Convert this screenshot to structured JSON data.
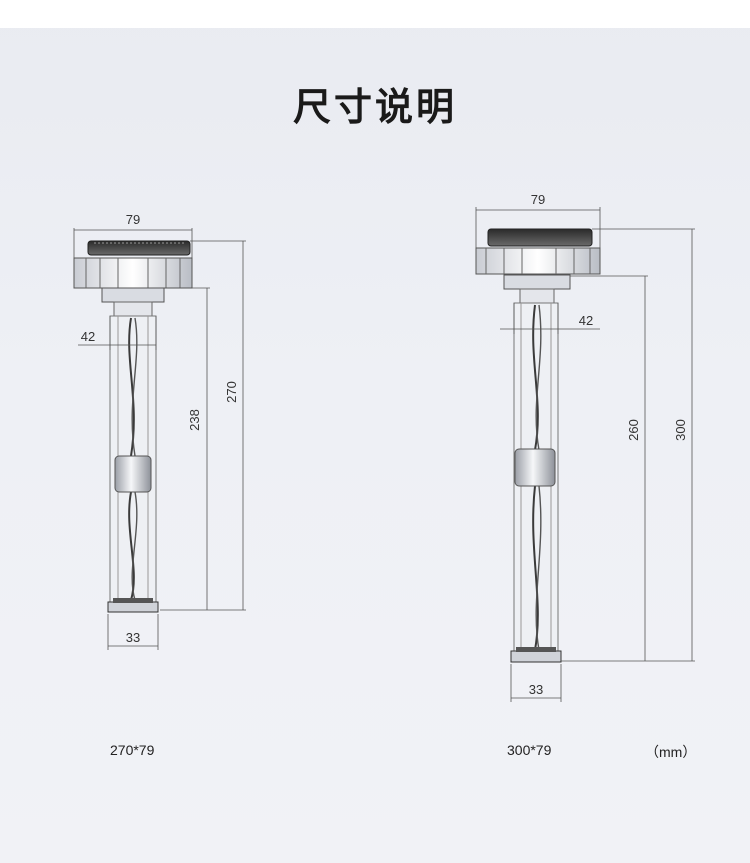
{
  "header": {
    "title": "尺寸说明"
  },
  "products": [
    {
      "caption": "270*79",
      "dims": {
        "cap_width": "79",
        "stem_width": "42",
        "inner_length": "238",
        "total_length": "270",
        "base_width": "33"
      }
    },
    {
      "caption": "300*79",
      "dims": {
        "cap_width": "79",
        "stem_width": "42",
        "inner_length": "260",
        "total_length": "300",
        "base_width": "33"
      }
    }
  ],
  "unit_label": "（mm）",
  "colors": {
    "line": "#555555",
    "tube": "#7a7f88",
    "cap": "#3b3b3b",
    "float": "#6c7079"
  }
}
